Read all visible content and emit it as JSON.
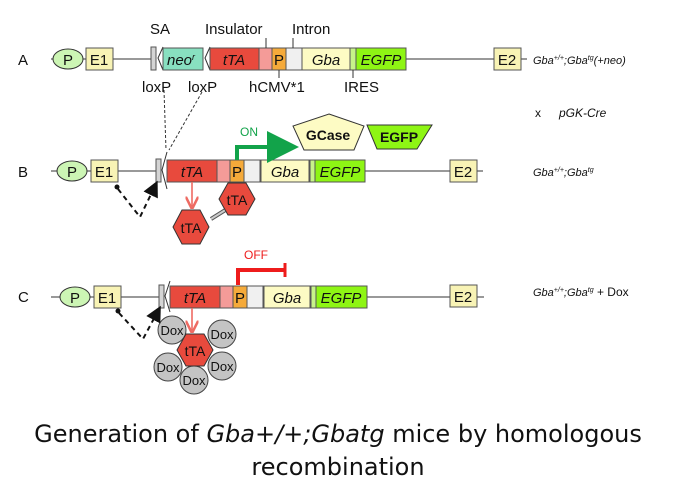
{
  "colors": {
    "promoter_fill": "#ccf5b4",
    "exon_fill": "#f8f3b5",
    "neo_fill": "#88e0c0",
    "tta_fill": "#e84a3d",
    "insulator_fill": "#f49b98",
    "hcmv_fill": "#f5aa3a",
    "intron_fill": "#f0f0f0",
    "gba_fill": "#fdfbc4",
    "ires_fill": "#c7f38a",
    "egfp_fill": "#8ef514",
    "loxp_fill": "#d4d4d4",
    "on_color": "#12a34a",
    "off_color": "#ee1c1c",
    "dox_fill": "#c4c4c4",
    "arrow_red": "#ee6b63"
  },
  "rows": [
    {
      "id": "A",
      "label": "A",
      "genotype": {
        "base": "Gba",
        "sup1": "+/+",
        "sep": ";Gba",
        "sup2": "tg",
        "suffix": "(+neo)"
      },
      "elements": {
        "promoter": "P",
        "exon1": "E1",
        "neo": "neo",
        "neo_sup": "r",
        "tta": "tTA",
        "hcmv": "P",
        "gba": "Gba",
        "egfp": "EGFP",
        "exon2": "E2"
      },
      "annotations": {
        "sa": "SA",
        "insulator": "Insulator",
        "intron": "Intron",
        "loxp1": "loxP",
        "loxp2": "loxP",
        "hcmv": "hCMV*1",
        "ires": "IRES"
      }
    },
    {
      "id": "B",
      "label": "B",
      "genotype": {
        "base": "Gba",
        "sup1": "+/+",
        "sep": ";Gba",
        "sup2": "tg",
        "suffix": ""
      },
      "elements": {
        "promoter": "P",
        "exon1": "E1",
        "tta": "tTA",
        "hcmv": "P",
        "gba": "Gba",
        "egfp": "EGFP",
        "exon2": "E2"
      },
      "state": "ON",
      "products": [
        "GCase",
        "EGFP"
      ],
      "proteins": [
        "tTA",
        "tTA"
      ]
    },
    {
      "id": "C",
      "label": "C",
      "genotype": {
        "base": "Gba",
        "sup1": "+/+",
        "sep": ";Gba",
        "sup2": "tg",
        "suffix": " + Dox"
      },
      "elements": {
        "promoter": "P",
        "exon1": "E1",
        "tta": "tTA",
        "hcmv": "P",
        "gba": "Gba",
        "egfp": "EGFP",
        "exon2": "E2"
      },
      "state": "OFF",
      "protein": "tTA",
      "dox": [
        "Dox",
        "Dox",
        "Dox",
        "Dox",
        "Dox"
      ]
    }
  ],
  "cross": {
    "symbol": "x",
    "text": "pGK-Cre"
  },
  "caption": {
    "part1": "Generation of ",
    "italic": "Gba+/+;Gbatg",
    "part2": " mice by homologous recombination"
  }
}
